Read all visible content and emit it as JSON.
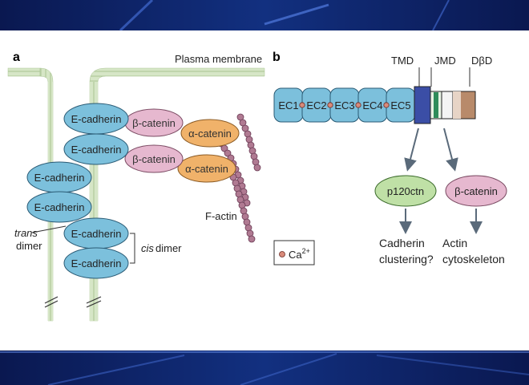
{
  "colors": {
    "banner_dark": "#0a1a56",
    "banner_light": "#2a4aa8",
    "cadherin": "#7cc0dc",
    "beta_catenin": "#e6b8cf",
    "alpha_catenin": "#f0b26a",
    "p120": "#bfe0a6",
    "tmd": "#3b4ea6",
    "jmd": "#2f8c5a",
    "dbd": "#b88a6a",
    "ca": "#d88a7a",
    "actin": "#b07a92",
    "membrane": "#c9dcb8"
  },
  "panel_a": {
    "label": "a",
    "membrane_label": "Plasma membrane",
    "ecad1": "E-cadherin",
    "ecad2": "E-cadherin",
    "ecad3": "E-cadherin",
    "ecad4": "E-cadherin",
    "ecad5": "E-cadherin",
    "ecad6": "E-cadherin",
    "beta1": "β-catenin",
    "beta2": "β-catenin",
    "alpha1": "α-catenin",
    "alpha2": "α-catenin",
    "factin": "F-actin",
    "trans_label": "trans",
    "trans_dimer": "dimer",
    "cis_label": "cis",
    "cis_dimer": "dimer"
  },
  "panel_b": {
    "label": "b",
    "tmd": "TMD",
    "jmd": "JMD",
    "dbd": "DβD",
    "domains": [
      "EC1",
      "EC2",
      "EC3",
      "EC4",
      "EC5"
    ],
    "p120": "p120ctn",
    "beta": "β-catenin",
    "outcome1_line1": "Cadherin",
    "outcome1_line2": "clustering?",
    "outcome2_line1": "Actin",
    "outcome2_line2": "cytoskeleton",
    "ca_label": "Ca",
    "ca_sup": "2+"
  }
}
